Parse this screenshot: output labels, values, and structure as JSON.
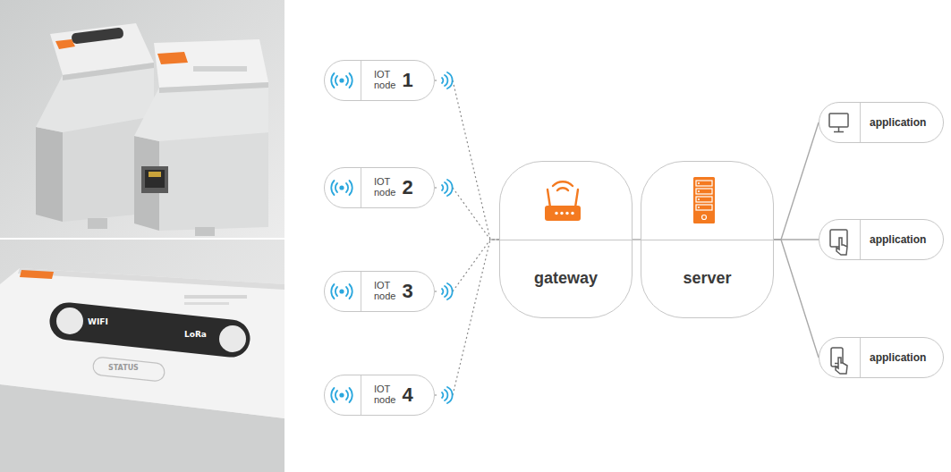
{
  "diagram": {
    "nodes": [
      {
        "text": [
          "IOT node",
          "1"
        ]
      },
      {
        "text": [
          "IOT node",
          "2"
        ]
      },
      {
        "text": [
          "IOT node",
          "3"
        ]
      },
      {
        "text": [
          "IOT node",
          "4"
        ]
      },
      {
        "text": [
          "gateway"
        ]
      },
      {
        "text": [
          "server"
        ]
      },
      {
        "text": [
          "application"
        ]
      },
      {
        "text": [
          "application"
        ]
      },
      {
        "text": [
          "application"
        ]
      }
    ],
    "edges": [
      {
        "from": 0,
        "to": 4,
        "arrow": "none"
      },
      {
        "from": 1,
        "to": 4,
        "arrow": "none"
      },
      {
        "from": 2,
        "to": 4,
        "arrow": "none"
      },
      {
        "from": 3,
        "to": 4,
        "arrow": "none"
      },
      {
        "from": 4,
        "to": 5,
        "arrow": "none"
      },
      {
        "from": 5,
        "to": 6,
        "arrow": "none"
      },
      {
        "from": 5,
        "to": 7,
        "arrow": "none"
      },
      {
        "from": 5,
        "to": 8,
        "arrow": "none"
      }
    ],
    "labels": [
      "WIFI",
      "LoRa",
      "STATUS"
    ]
  }
}
